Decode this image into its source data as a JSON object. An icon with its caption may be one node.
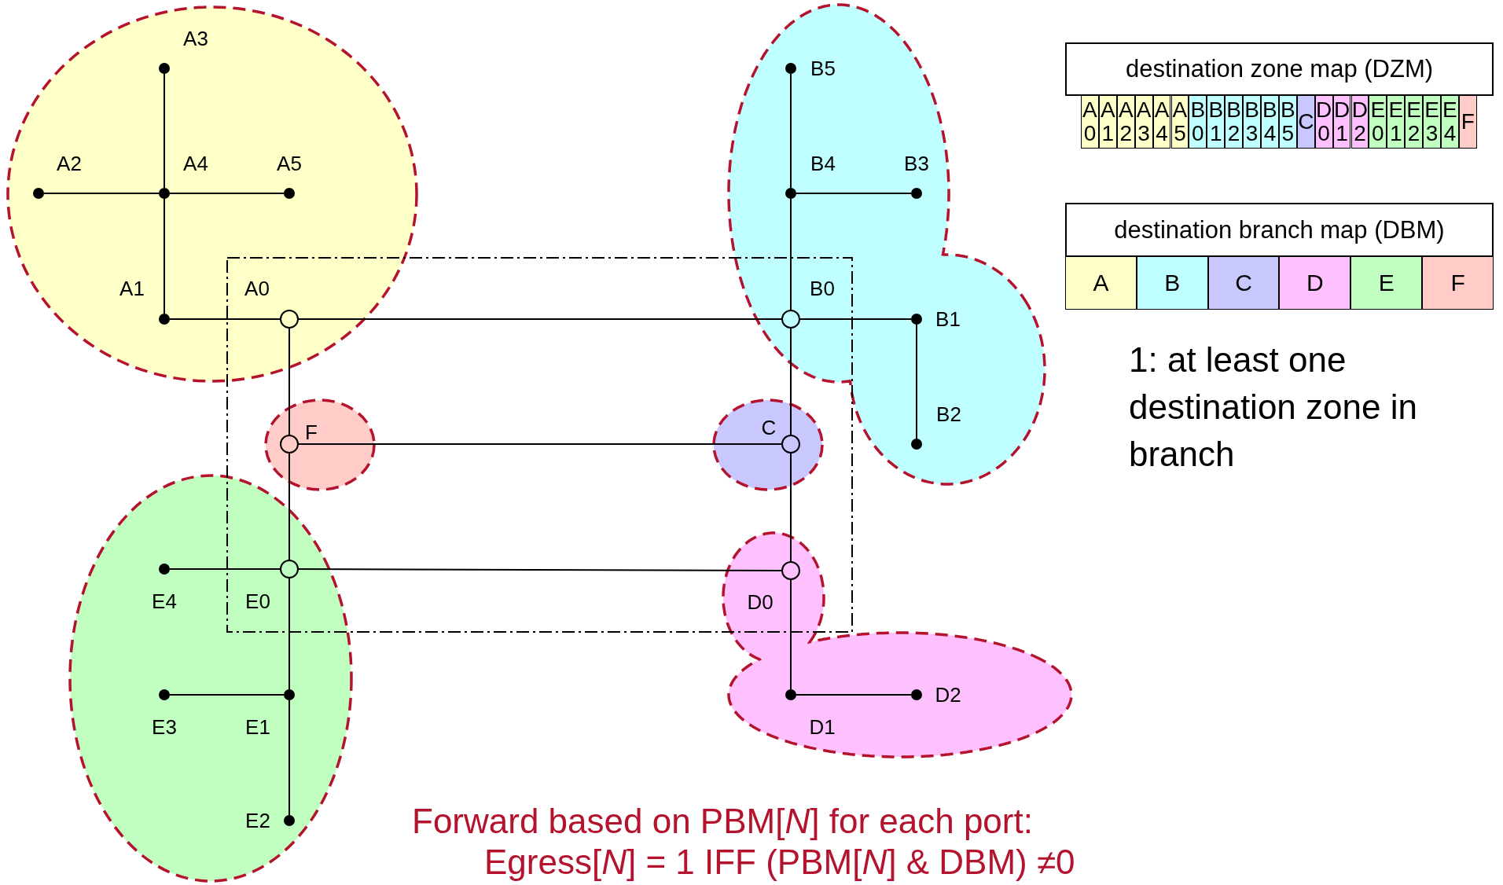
{
  "diagram": {
    "nodes": [
      {
        "text": [],
        "shape": "ellipse"
      },
      {
        "text": [],
        "shape": "dot",
        "beside": [
          "A3"
        ],
        "in": 0
      },
      {
        "text": [],
        "shape": "dot",
        "beside": [
          "A2"
        ],
        "in": 0
      },
      {
        "text": [],
        "shape": "dot",
        "beside": [
          "A4"
        ],
        "in": 0
      },
      {
        "text": [],
        "shape": "dot",
        "beside": [
          "A5"
        ],
        "in": 0
      },
      {
        "text": [],
        "shape": "dot",
        "beside": [
          "A1"
        ],
        "in": 0
      },
      {
        "text": [],
        "shape": "circle",
        "beside": [
          "A0"
        ],
        "in": 0
      },
      {
        "text": [],
        "shape": "cloud"
      },
      {
        "text": [],
        "shape": "dot",
        "beside": [
          "B5"
        ],
        "in": 7
      },
      {
        "text": [],
        "shape": "dot",
        "beside": [
          "B4"
        ],
        "in": 7
      },
      {
        "text": [],
        "shape": "dot",
        "beside": [
          "B3"
        ],
        "in": 7
      },
      {
        "text": [],
        "shape": "circle",
        "beside": [
          "B0"
        ],
        "in": 7
      },
      {
        "text": [],
        "shape": "dot",
        "beside": [
          "B1"
        ],
        "in": 7
      },
      {
        "text": [],
        "shape": "dot",
        "beside": [
          "B2"
        ],
        "in": 7
      },
      {
        "text": [
          "destination zone map (DZM)"
        ]
      },
      {
        "text": [
          "A 0"
        ]
      },
      {
        "text": [
          "A 1"
        ]
      },
      {
        "text": [
          "A 2"
        ]
      },
      {
        "text": [
          "A 3"
        ]
      },
      {
        "text": [
          "A 4"
        ]
      },
      {
        "text": [
          "A 5"
        ]
      },
      {
        "text": [
          "B 0"
        ]
      },
      {
        "text": [
          "B 1"
        ]
      },
      {
        "text": [
          "B 2"
        ]
      },
      {
        "text": [
          "B 3"
        ]
      },
      {
        "text": [
          "B 4"
        ]
      },
      {
        "text": [
          "B 5"
        ]
      },
      {
        "text": [
          "C"
        ]
      },
      {
        "text": [
          "D 0"
        ]
      },
      {
        "text": [
          "D 1"
        ]
      },
      {
        "text": [
          "D 2"
        ]
      },
      {
        "text": [
          "E 0"
        ]
      },
      {
        "text": [
          "E 1"
        ]
      },
      {
        "text": [
          "E 2"
        ]
      },
      {
        "text": [
          "E 3"
        ]
      },
      {
        "text": [
          "E 4"
        ]
      },
      {
        "text": [
          "F"
        ]
      },
      {
        "text": [
          "destination branch map (DBM)"
        ]
      },
      {
        "text": [
          "A"
        ]
      },
      {
        "text": [
          "B"
        ]
      },
      {
        "text": [
          "C"
        ]
      },
      {
        "text": [
          "D"
        ]
      },
      {
        "text": [
          "E"
        ]
      },
      {
        "text": [
          "F"
        ]
      },
      {
        "text": [],
        "shape": "ellipse"
      },
      {
        "text": [],
        "shape": "circle",
        "beside": [
          "F"
        ],
        "in": 44
      },
      {
        "text": [],
        "shape": "ellipse"
      },
      {
        "text": [],
        "shape": "circle",
        "beside": [
          "C"
        ],
        "in": 46
      },
      {
        "text": [],
        "shape": "ellipse"
      },
      {
        "text": [],
        "shape": "dot",
        "beside": [
          "E4"
        ],
        "in": 48
      },
      {
        "text": [],
        "shape": "circle",
        "beside": [
          "E0"
        ],
        "in": 48
      },
      {
        "text": [],
        "shape": "dot",
        "beside": [
          "E3"
        ],
        "in": 48
      },
      {
        "text": [],
        "shape": "dot",
        "beside": [
          "E1"
        ],
        "in": 48
      },
      {
        "text": [],
        "shape": "dot",
        "beside": [
          "E2"
        ],
        "in": 48
      },
      {
        "text": [],
        "shape": "cloud"
      },
      {
        "text": [],
        "shape": "circle",
        "beside": [
          "D0"
        ],
        "in": 54
      },
      {
        "text": [],
        "shape": "dot",
        "beside": [
          "D1"
        ],
        "in": 54
      },
      {
        "text": [],
        "shape": "dot",
        "beside": [
          "D2"
        ],
        "in": 54
      }
    ],
    "edges": [
      {
        "from": 3,
        "to": 1,
        "arrow": "none"
      },
      {
        "from": 2,
        "to": 3,
        "arrow": "none"
      },
      {
        "from": 3,
        "to": 4,
        "arrow": "none"
      },
      {
        "from": 3,
        "to": 5,
        "arrow": "none"
      },
      {
        "from": 5,
        "to": 6,
        "arrow": "none"
      },
      {
        "from": 6,
        "to": 11,
        "arrow": "none"
      },
      {
        "from": 11,
        "to": 12,
        "arrow": "none"
      },
      {
        "from": 12,
        "to": 13,
        "arrow": "none"
      },
      {
        "from": 11,
        "to": 9,
        "arrow": "none"
      },
      {
        "from": 9,
        "to": 8,
        "arrow": "none"
      },
      {
        "from": 9,
        "to": 10,
        "arrow": "none"
      },
      {
        "from": 6,
        "to": 45,
        "arrow": "none"
      },
      {
        "from": 45,
        "to": 47,
        "arrow": "none"
      },
      {
        "from": 11,
        "to": 47,
        "arrow": "none"
      },
      {
        "from": 45,
        "to": 50,
        "arrow": "none"
      },
      {
        "from": 49,
        "to": 50,
        "arrow": "none"
      },
      {
        "from": 50,
        "to": 55,
        "arrow": "none"
      },
      {
        "from": 47,
        "to": 55,
        "arrow": "none"
      },
      {
        "from": 50,
        "to": 52,
        "arrow": "none"
      },
      {
        "from": 51,
        "to": 52,
        "arrow": "none"
      },
      {
        "from": 52,
        "to": 53,
        "arrow": "none"
      },
      {
        "from": 55,
        "to": 56,
        "arrow": "none"
      },
      {
        "from": 56,
        "to": 57,
        "arrow": "none"
      }
    ],
    "labels": [
      "1: at least one destination zone in branch",
      "Forward based on PBM[*N*] for each port:",
      "Egress[*N*] = 1 IFF (PBM[*N*] & DBM) ≠0"
    ]
  }
}
